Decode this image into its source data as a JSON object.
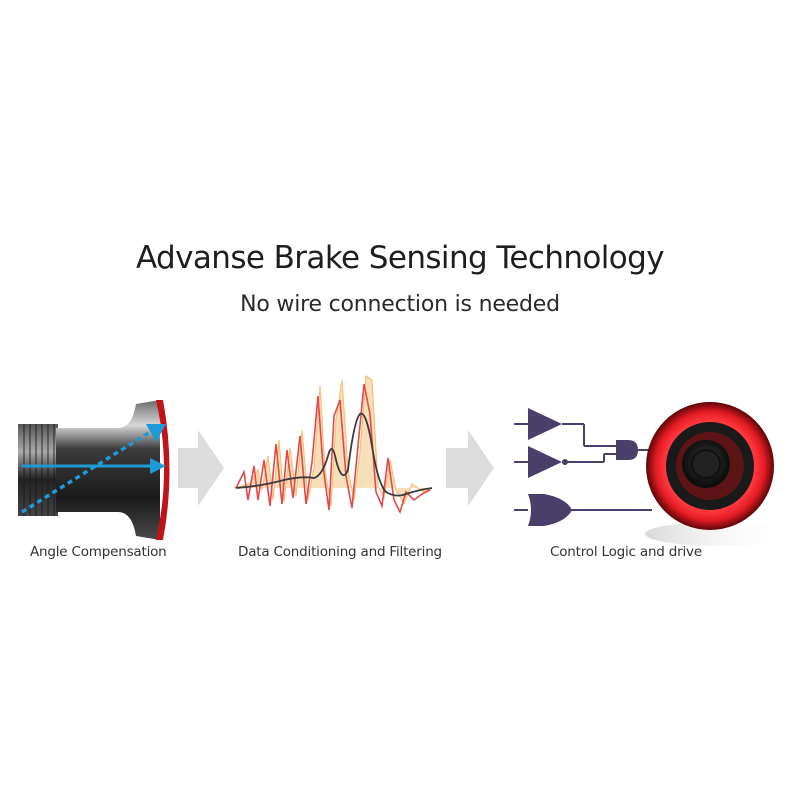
{
  "title": "Advanse Brake Sensing Technology",
  "subtitle": "No wire connection is needed",
  "stages": [
    {
      "caption": "Angle Compensation",
      "icon": "sensor-cylinder-icon"
    },
    {
      "caption": "Data Conditioning and Filtering",
      "icon": "signal-waveform-icon"
    },
    {
      "caption": "Control Logic and drive",
      "icon": "logic-gates-icon"
    }
  ],
  "colors": {
    "arrow_blue": "#1e9ad6",
    "signal_red": "#e5484b",
    "signal_orange": "#f2b15c",
    "filtered_line": "#3b3b3b",
    "logic_purple": "#4a3f6b",
    "light_red": "#e31b23",
    "flow_arrow": "#dcdcdc"
  }
}
